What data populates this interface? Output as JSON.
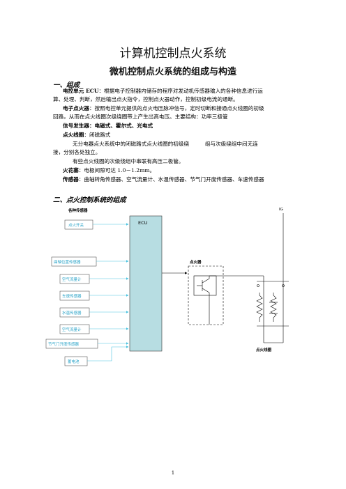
{
  "title": "计算机控制点火系统",
  "subtitle": "微机控制点火系统的组成与构造",
  "section1": {
    "heading": "一、组成",
    "ecu_term": "电控单元 ECU",
    "ecu_text": "：根据电子控制器内储存的程序对发动机传感器输入的各种信息进行运",
    "ecu_text2": "算、处理、判断，然后输出点火指令，控制点火器动作，控制初级电流的通断。",
    "igniter_term": "电子点火器",
    "igniter_text": "：按照电控单元提供的点火电压脉冲信号，定时切断和接通点火线圈的初级",
    "igniter_text2": "回路，从而在点火线圈次级绕圈带上产生出高电压。主要结构：功率三极管",
    "signal_term": "信号发生器：电磁式、霍尔式、光电式",
    "coil_term": "点火线圈",
    "coil_text": "：闭磁路式",
    "para1": "无分电器点火系统中的闭磁路式点火线圈的初级绕　　　组与次级绕组中间无连",
    "para1b": "接，分别各处独立。",
    "para2": "有些点火线圈的次级绕组中串联有高压二极管。",
    "plug_term": "火花塞",
    "plug_text": "：电极间隙可达 1.0－1.2mm。",
    "sensor_term": "传感器",
    "sensor_text": "：曲轴转角传感器、空气流量计、水温传感器、节气门开度传感器、车速传感器"
  },
  "section2": {
    "heading": "二、点火控制系统的组成",
    "diagram": {
      "sensors_title": "各种传感器",
      "ecu_label": "ECU",
      "ig_label": "IG",
      "igniter_label": "点火器",
      "coil_label": "点火线圈",
      "sensors": [
        "点火开关",
        "曲轴位置传感器",
        "空气流量计",
        "车速传感器",
        "水温传感器",
        "空气流量计",
        "节气门开度传感器",
        "蓄电池"
      ]
    }
  },
  "page_number": "1",
  "colors": {
    "ecu_fill": "#b7dde2",
    "sensor_text": "#2aa3c8",
    "arrow": "#4cc3e0"
  }
}
